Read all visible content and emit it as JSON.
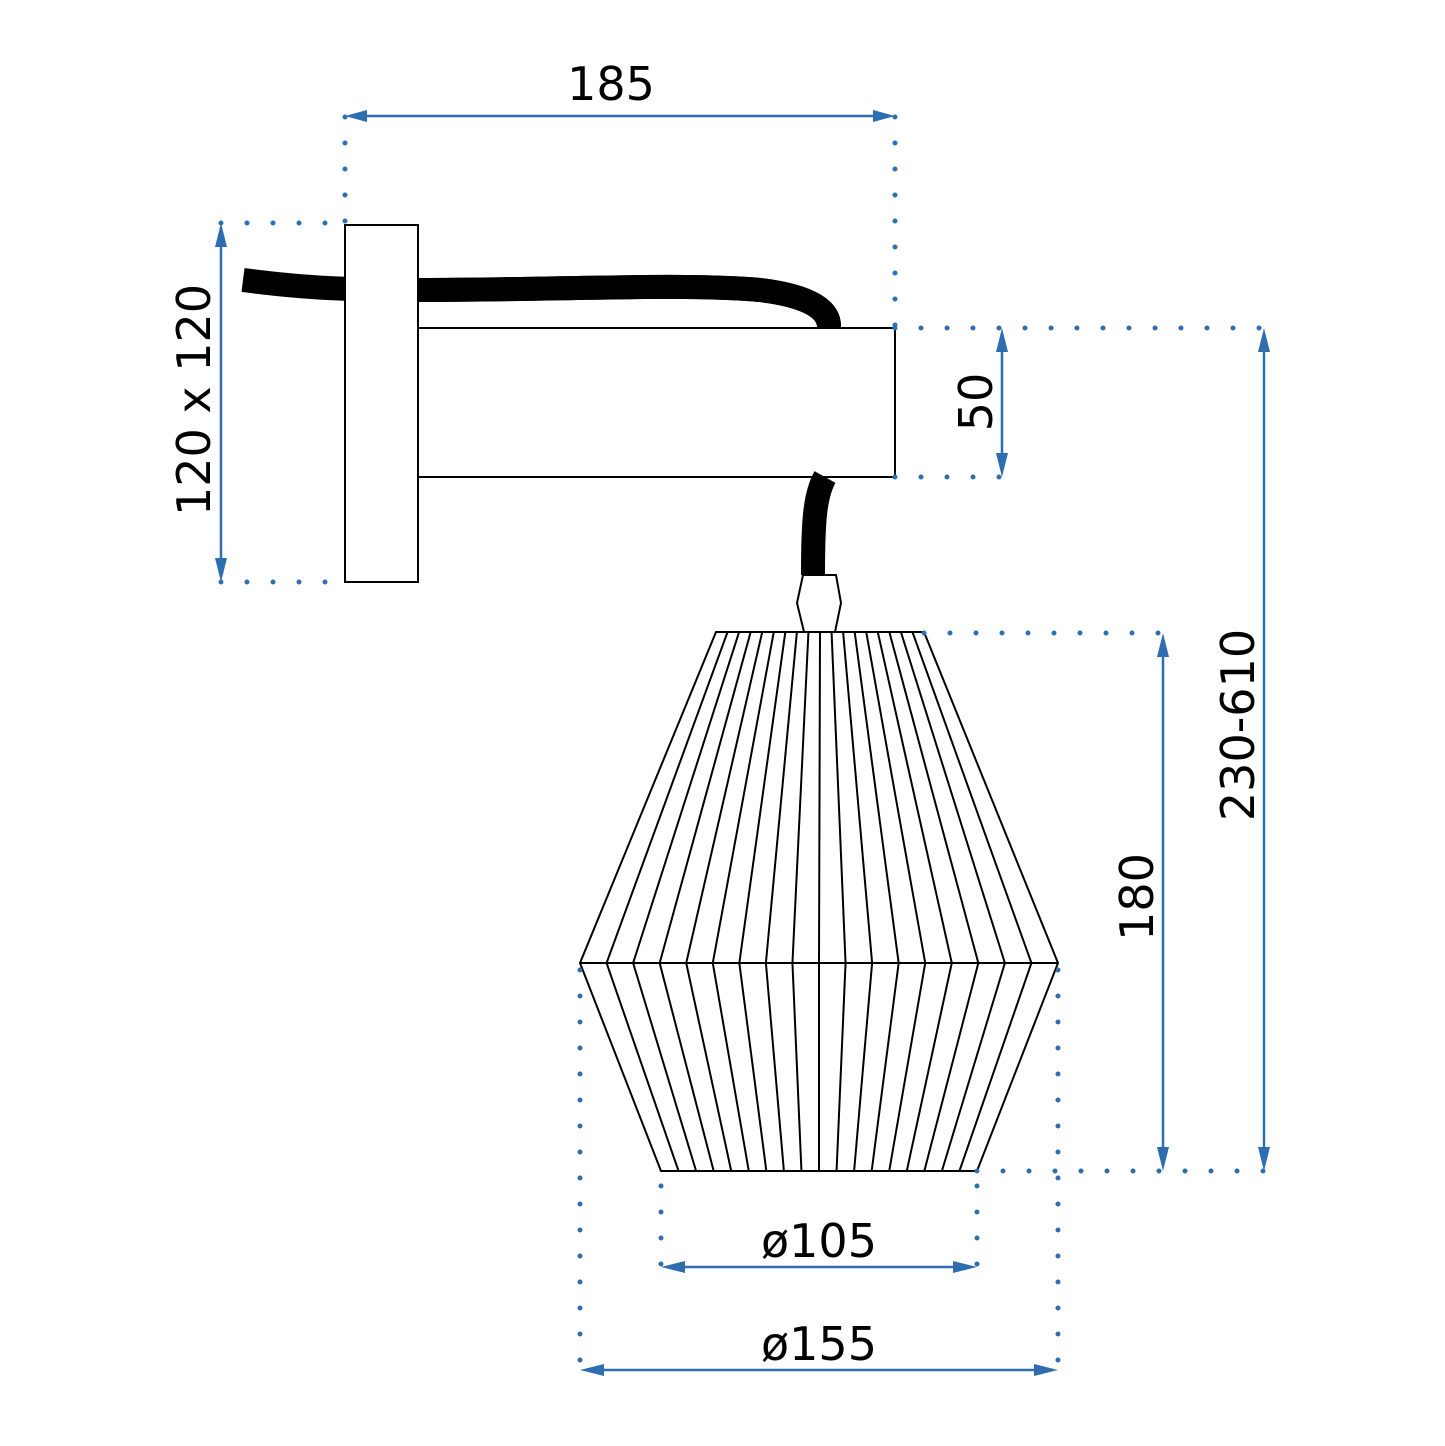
{
  "diagram": {
    "subject": "Wall lamp with pleated shade - dimension drawing",
    "colors": {
      "dimension": "#2e6db0",
      "outline": "#000000",
      "background": "#ffffff"
    },
    "dimensions": {
      "arm_length": {
        "label": "185",
        "orientation": "horizontal"
      },
      "wall_plate": {
        "label": "120 x 120",
        "orientation": "vertical"
      },
      "arm_height": {
        "label": "50",
        "orientation": "vertical"
      },
      "total_height": {
        "label": "230-610",
        "orientation": "vertical"
      },
      "shade_height": {
        "label": "180",
        "orientation": "vertical"
      },
      "shade_bottom_diameter": {
        "label": "ø105",
        "orientation": "horizontal"
      },
      "shade_max_diameter": {
        "label": "ø155",
        "orientation": "horizontal"
      }
    },
    "parts": [
      "wall-plate",
      "arm",
      "cable",
      "socket",
      "pleated-shade"
    ]
  }
}
